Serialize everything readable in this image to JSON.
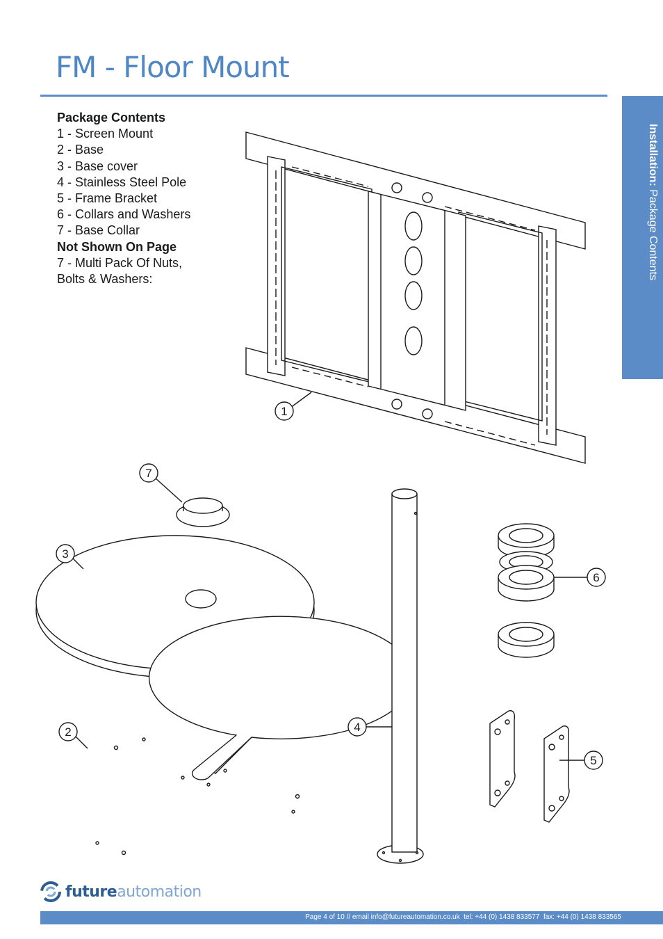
{
  "page": {
    "title": "FM - Floor Mount",
    "side_tab": {
      "bold": "Installation:",
      "rest": " Package Contents"
    }
  },
  "contents": {
    "heading": "Package Contents",
    "items": [
      "1 - Screen Mount",
      "2 - Base",
      "3 - Base cover",
      "4 - Stainless Steel Pole",
      "5 - Frame Bracket",
      "6 - Collars and Washers",
      "7 - Base Collar"
    ],
    "not_shown_heading": "Not Shown On Page",
    "not_shown_line1": "7 - Multi Pack Of Nuts,",
    "not_shown_line2": "Bolts & Washers:"
  },
  "callouts": [
    "1",
    "2",
    "3",
    "4",
    "5",
    "6",
    "7"
  ],
  "logo": {
    "part1": "future",
    "part2": "automation"
  },
  "footer": {
    "text": "Page 4 of 10 // email info@futureautomation.co.uk  tel: +44 (0) 1438 833577  fax: +44 (0) 1438 833565"
  },
  "colors": {
    "accent": "#5b8cc7",
    "title": "#4f86c6",
    "logo_dark": "#2d5e93",
    "logo_light": "#7fa6d2"
  }
}
